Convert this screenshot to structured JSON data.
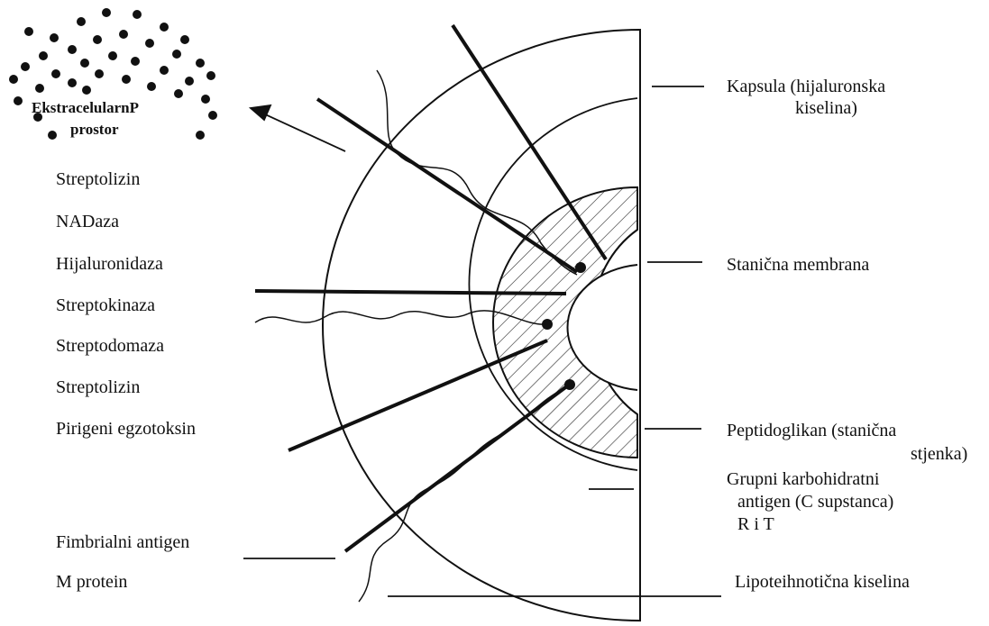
{
  "extracellular": {
    "line1": "EkstracelularnP",
    "line2": "prostor"
  },
  "left_labels": [
    "Streptolizin",
    "NADaza",
    "Hijaluronidaza",
    "Streptokinaza",
    "Streptodomaza",
    "Streptolizin",
    "Pirigeni egzotoksin"
  ],
  "fimbrial": "Fimbrialni antigen",
  "m_protein": "M protein",
  "capsule": {
    "line1": "Kapsula (hijaluronska",
    "line2": "kiselina)"
  },
  "cell_membrane": "Stanična membrana",
  "peptidoglycan": {
    "line1": "Peptidoglikan (stanična",
    "line2": "stjenka)"
  },
  "group_antigen": {
    "line1": "Grupni karbohidratni",
    "line2": "antigen (C supstanca)",
    "line3": "R i T"
  },
  "lipoteichoic": "Lipoteihnotična kiselina"
}
